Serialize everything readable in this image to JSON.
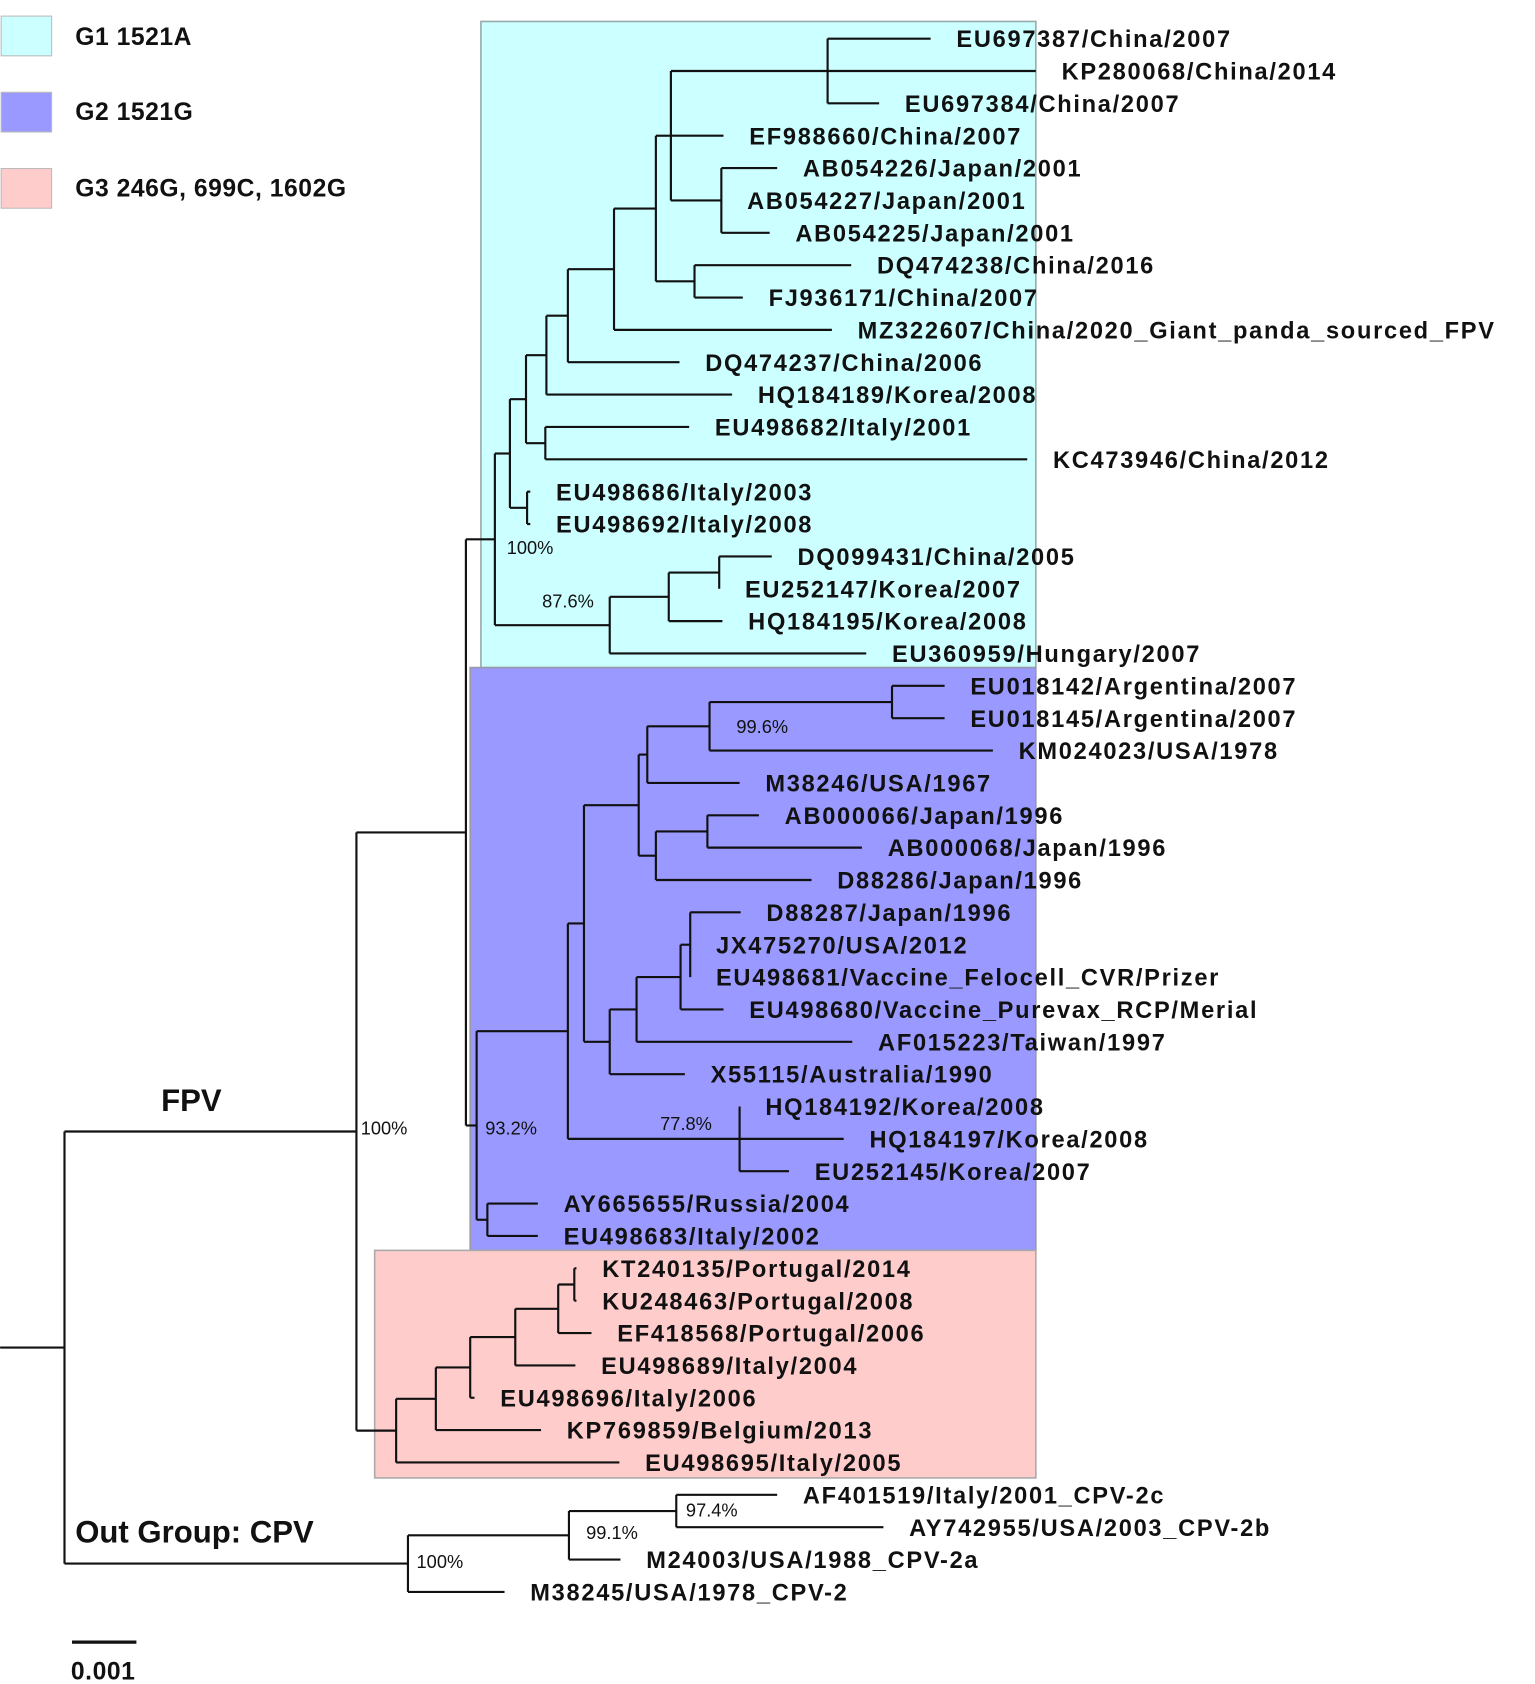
{
  "legend": [
    {
      "label": "G1 1521A",
      "color": "#ccffff"
    },
    {
      "label": "G2 1521G",
      "color": "#9999ff"
    },
    {
      "label": "G3 246G, 699C, 1602G",
      "color": "#ffcccc"
    }
  ],
  "colors": {
    "highlight_red": "#e8173a",
    "vaccine_blue": "#1a1adb",
    "text": "#111111"
  },
  "clade_labels": {
    "fpv": "FPV",
    "outgroup": "Out Group: CPV"
  },
  "scale_bar": {
    "label": "0.001"
  },
  "bootstrap": [
    "100%",
    "87.6%",
    "99.6%",
    "93.2%",
    "77.8%",
    "100%",
    "97.4%",
    "99.1%",
    "100%"
  ],
  "leaves": [
    {
      "label": "EU697387/China/2007"
    },
    {
      "label": "KP280068/China/2014"
    },
    {
      "label": "EU697384/China/2007"
    },
    {
      "label": "EF988660/China/2007"
    },
    {
      "label": "AB054226/Japan/2001"
    },
    {
      "label": "AB054227/Japan/2001"
    },
    {
      "label": "AB054225/Japan/2001"
    },
    {
      "label": "DQ474238/China/2016"
    },
    {
      "label": "FJ936171/China/2007"
    },
    {
      "label": "MZ322607/China/2020_Giant_panda_sourced_FPV",
      "highlight": "red"
    },
    {
      "label": "DQ474237/China/2006"
    },
    {
      "label": "HQ184189/Korea/2008"
    },
    {
      "label": "EU498682/Italy/2001"
    },
    {
      "label": "KC473946/China/2012"
    },
    {
      "label": "EU498686/Italy/2003"
    },
    {
      "label": "EU498692/Italy/2008"
    },
    {
      "label": "DQ099431/China/2005"
    },
    {
      "label": "EU252147/Korea/2007"
    },
    {
      "label": "HQ184195/Korea/2008"
    },
    {
      "label": "EU360959/Hungary/2007"
    },
    {
      "label": "EU018142/Argentina/2007"
    },
    {
      "label": "EU018145/Argentina/2007"
    },
    {
      "label": "KM024023/USA/1978"
    },
    {
      "label": "M38246/USA/1967"
    },
    {
      "label": "AB000066/Japan/1996"
    },
    {
      "label": "AB000068/Japan/1996"
    },
    {
      "label": "D88286/Japan/1996"
    },
    {
      "label": "D88287/Japan/1996"
    },
    {
      "label": "JX475270/USA/2012"
    },
    {
      "label": "EU498681/Vaccine_Felocell_CVR/Prizer",
      "highlight": "blue"
    },
    {
      "label": "EU498680/Vaccine_Purevax_RCP/Merial",
      "highlight": "blue"
    },
    {
      "label": "AF015223/Taiwan/1997"
    },
    {
      "label": "X55115/Australia/1990"
    },
    {
      "label": "HQ184192/Korea/2008"
    },
    {
      "label": "HQ184197/Korea/2008"
    },
    {
      "label": "EU252145/Korea/2007"
    },
    {
      "label": "AY665655/Russia/2004"
    },
    {
      "label": "EU498683/Italy/2002"
    },
    {
      "label": "KT240135/Portugal/2014"
    },
    {
      "label": "KU248463/Portugal/2008"
    },
    {
      "label": "EF418568/Portugal/2006"
    },
    {
      "label": "EU498689/Italy/2004"
    },
    {
      "label": "EU498696/Italy/2006"
    },
    {
      "label": "KP769859/Belgium/2013"
    },
    {
      "label": "EU498695/Italy/2005"
    },
    {
      "label": "AF401519/Italy/2001_CPV-2c"
    },
    {
      "label": "AY742955/USA/2003_CPV-2b"
    },
    {
      "label": "M24003/USA/1988_CPV-2a"
    },
    {
      "label": "M38245/USA/1978_CPV-2"
    }
  ]
}
